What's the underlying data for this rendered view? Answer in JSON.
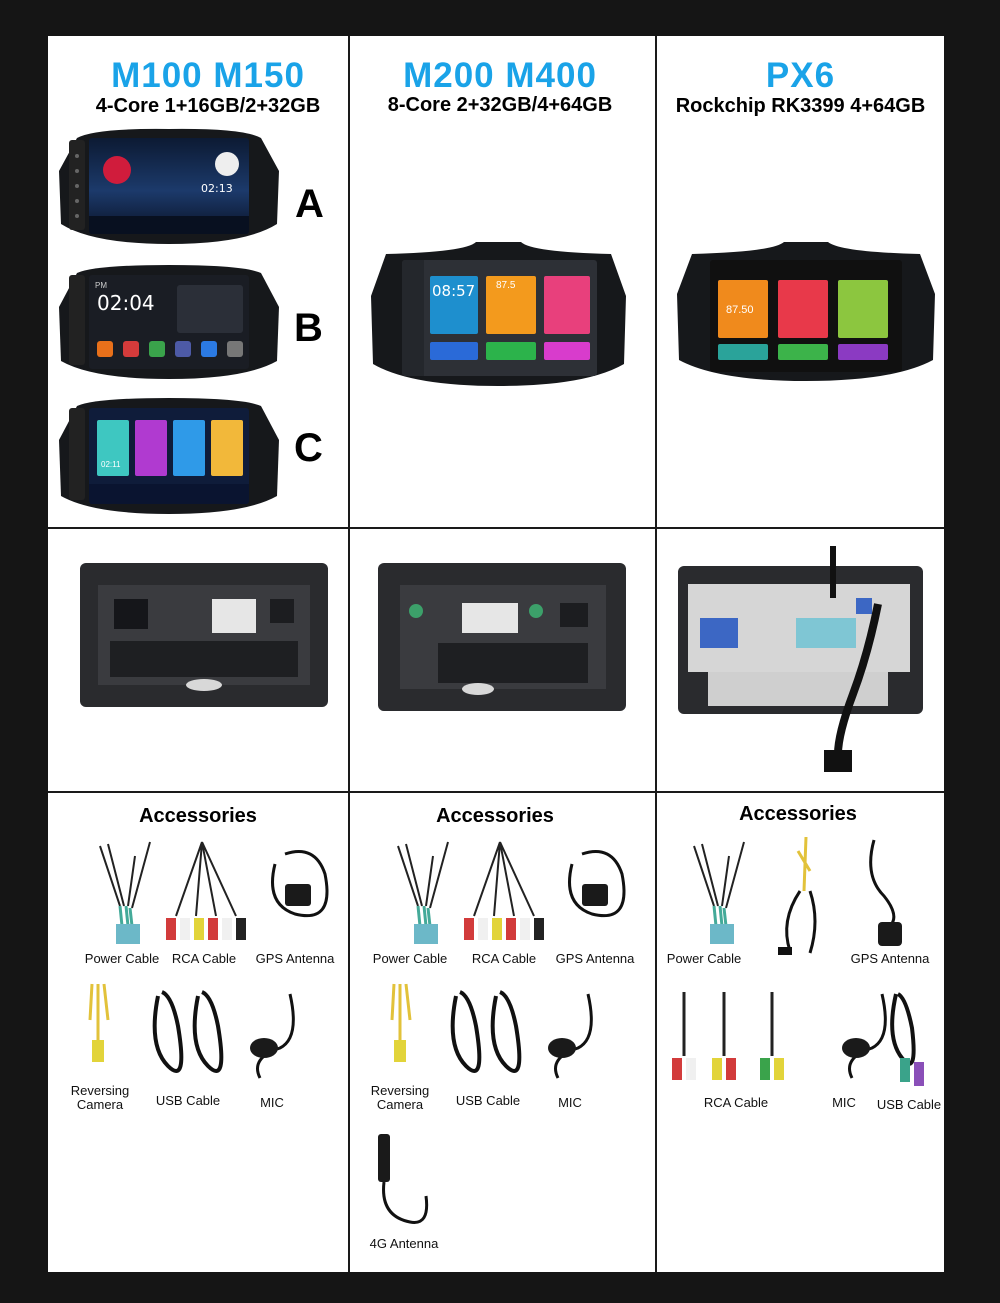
{
  "columns": [
    {
      "model": "M100 M150",
      "spec": "4-Core 1+16GB/2+32GB",
      "variants": [
        "A",
        "B",
        "C"
      ]
    },
    {
      "model": "M200 M400",
      "spec": "8-Core 2+32GB/4+64GB"
    },
    {
      "model": "PX6",
      "spec": "Rockchip RK3399 4+64GB"
    }
  ],
  "screens": {
    "a": {
      "time": "02:13"
    },
    "b": {
      "time": "02:04",
      "ampm": "PM"
    },
    "c": {
      "time": "02:11"
    },
    "m200": {
      "time": "08:57",
      "radio": "87.5"
    },
    "px6": {
      "radio": "87.50"
    }
  },
  "accessories_title": "Accessories",
  "accessories": {
    "col1": [
      "Power Cable",
      "RCA Cable",
      "GPS Antenna",
      "Reversing Camera",
      "USB Cable",
      "MIC"
    ],
    "col2": [
      "Power Cable",
      "RCA Cable",
      "GPS Antenna",
      "Reversing Camera",
      "USB Cable",
      "MIC",
      "4G Antenna"
    ],
    "col3": [
      "Power Cable",
      "GPS Antenna",
      "RCA Cable",
      "MIC",
      "USB Cable"
    ]
  },
  "colors": {
    "accent": "#1aa3e8",
    "border": "#1a1a1a",
    "background": "#151515"
  }
}
